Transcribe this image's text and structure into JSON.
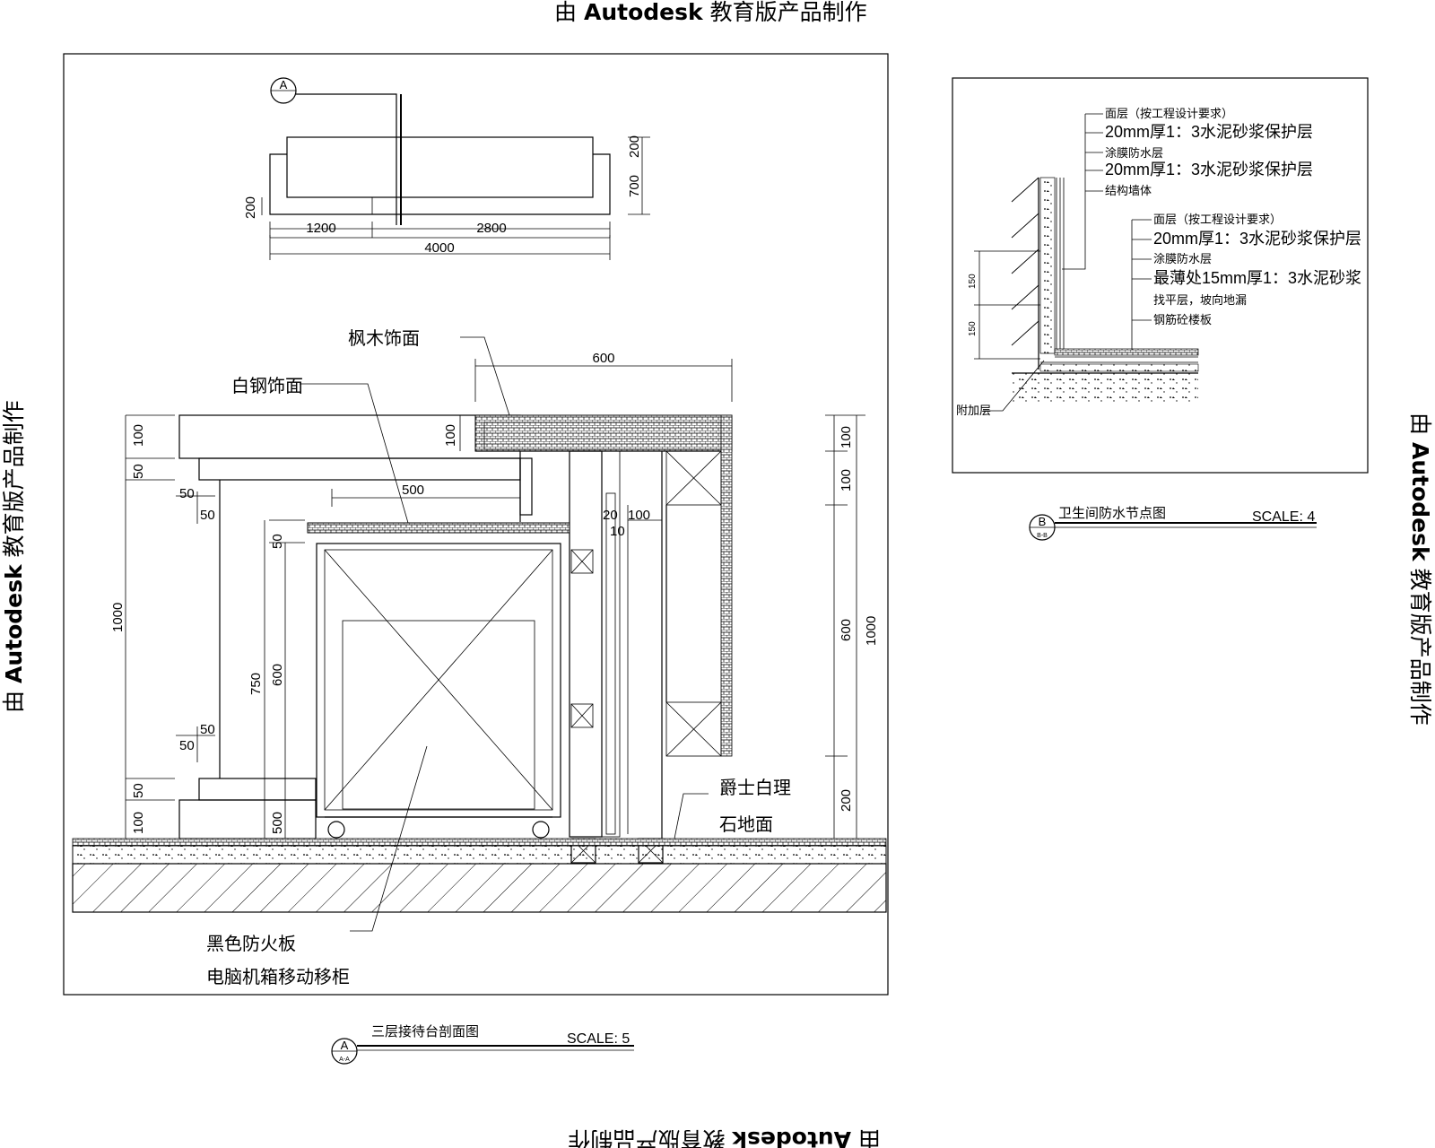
{
  "watermark": {
    "prefix": "由",
    "brand": "Autodesk",
    "suffix": "教育版产品制作"
  },
  "section_a": {
    "marker": "A",
    "sub_marker": "A-A",
    "title": "三层接待台剖面图",
    "scale": "SCALE: 5",
    "plan_dims": {
      "d1200": "1200",
      "d2800": "2800",
      "d4000": "4000",
      "d200_left": "200",
      "d200_right": "200",
      "d700": "700"
    },
    "labels": {
      "maple": "枫木饰面",
      "steel": "白钢饰面",
      "granite_1": "爵士白理",
      "granite_2": "石地面",
      "board": "黑色防火板",
      "cabinet": "电脑机箱移动移柜"
    },
    "dims": {
      "top_600": "600",
      "d500": "500",
      "l100a": "100",
      "l50a": "50",
      "l50b": "50",
      "l50c": "50",
      "l1000": "1000",
      "l750": "750",
      "l600": "600",
      "l50d": "50",
      "l50e": "50",
      "l50f": "50",
      "l100b": "100",
      "l500": "500",
      "m100": "100",
      "m20": "20",
      "m10": "10",
      "m100b": "100",
      "r100a": "100",
      "r100b": "100",
      "r600": "600",
      "r1000": "1000",
      "r200": "200"
    }
  },
  "section_b": {
    "marker": "B",
    "sub_marker": "B-B",
    "title": "卫生间防水节点图",
    "scale": "SCALE: 4",
    "wall_notes": [
      "面层（按工程设计要求）",
      "20mm厚1：3水泥砂浆保护层",
      "涂膜防水层",
      "20mm厚1：3水泥砂浆保护层",
      "结构墙体"
    ],
    "floor_notes": [
      "面层（按工程设计要求）",
      "20mm厚1：3水泥砂浆保护层",
      "涂膜防水层",
      "最薄处15mm厚1：3水泥砂浆",
      "找平层，坡向地漏",
      "钢筋砼楼板"
    ],
    "extra_note": "附加层",
    "dim_150a": "150",
    "dim_150b": "150"
  }
}
